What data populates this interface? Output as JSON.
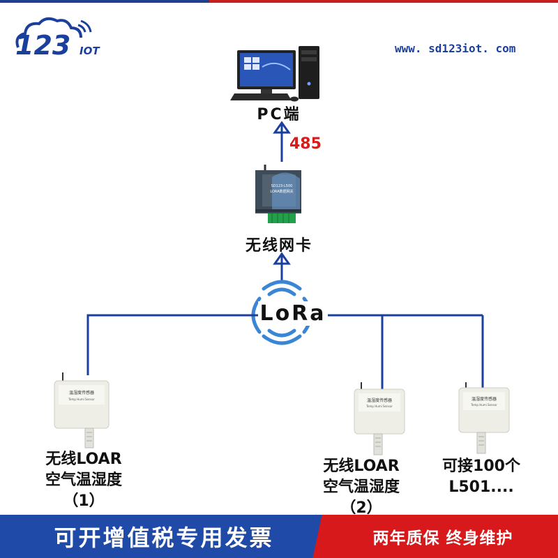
{
  "brand": {
    "logo_text": "123",
    "logo_sub": "IOT",
    "url": "www. sd123iot. com"
  },
  "pc": {
    "label": "PC端"
  },
  "link": {
    "protocol": "485"
  },
  "gateway": {
    "label": "无线网卡",
    "panel_line1": "SD123-L500",
    "panel_line2": "LORA数据网关"
  },
  "wireless": {
    "label": "LoRa"
  },
  "sensors": [
    {
      "line1": "无线LOAR",
      "line2": "空气温湿度",
      "line3": "（1）",
      "device_title": "温湿度传感器",
      "device_sub": "Temp Humi Sensor"
    },
    {
      "line1": "无线LOAR",
      "line2": "空气温湿度",
      "line3": "（2）",
      "device_title": "温湿度传感器",
      "device_sub": "Temp Humi Sensor"
    },
    {
      "line1": "可接100个",
      "line2": "L501....",
      "device_title": "温湿度传感器",
      "device_sub": "Temp Humi Sensor"
    }
  ],
  "footer": {
    "left": "可开增值税专用发票",
    "right": "两年质保 终身维护"
  },
  "colors": {
    "blue": "#1f4aa8",
    "red": "#d7191c",
    "line": "#1b3f9c"
  }
}
